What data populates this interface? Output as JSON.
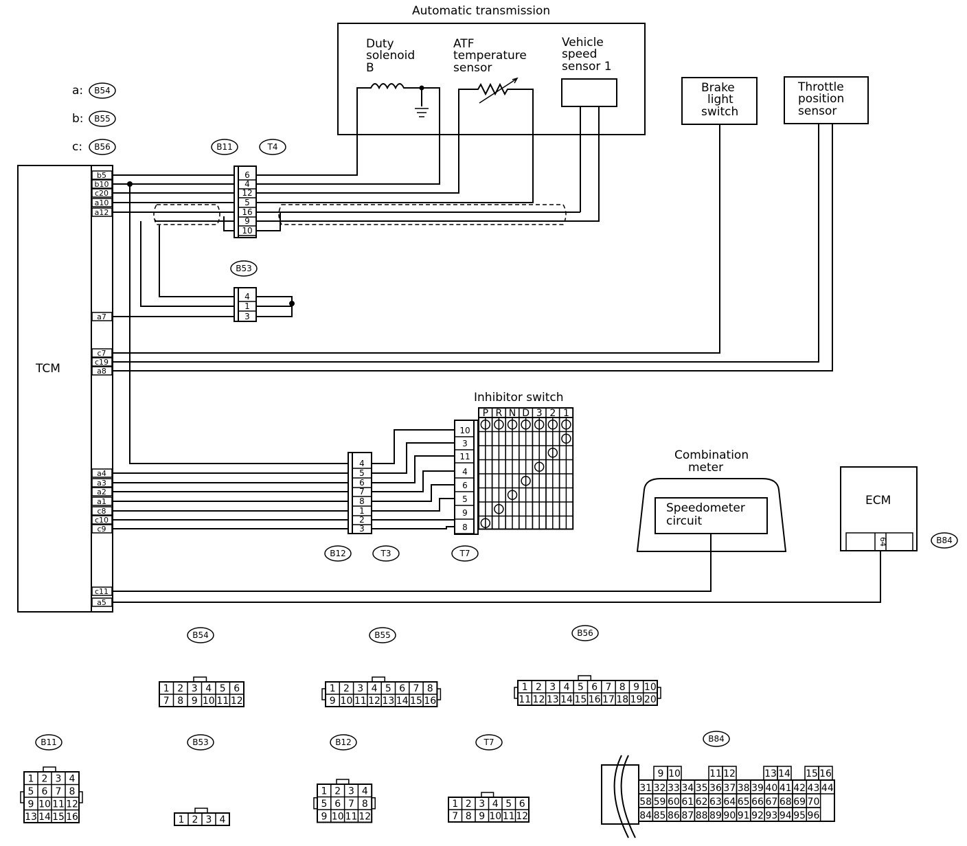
{
  "titles": {
    "automatic_transmission": "Automatic transmission",
    "inhibitor_switch": "Inhibitor switch",
    "combination_meter": [
      "Combination",
      "meter"
    ],
    "tcm": "TCM",
    "ecm": "ECM"
  },
  "components": {
    "duty_solenoid": [
      "Duty",
      "solenoid",
      "B"
    ],
    "atf_sensor": [
      "ATF",
      "temperature",
      "sensor"
    ],
    "vss": [
      "Vehicle",
      "speed",
      "sensor 1"
    ],
    "brake": [
      "Brake",
      "light",
      "switch"
    ],
    "throttle": [
      "Throttle",
      "position",
      "sensor"
    ],
    "speedometer": [
      "Speedometer",
      "circuit"
    ]
  },
  "legend": [
    {
      "letter": "a:",
      "code": "B54"
    },
    {
      "letter": "b:",
      "code": "B55"
    },
    {
      "letter": "c:",
      "code": "B56"
    }
  ],
  "connector_codes": {
    "b11": "B11",
    "t4": "T4",
    "b53": "B53",
    "b12": "B12",
    "t3": "T3",
    "t7": "T7",
    "b84": "B84",
    "b54": "B54",
    "b55": "B55",
    "b56": "B56"
  },
  "tcm_pins": [
    "b5",
    "b10",
    "c20",
    "a10",
    "a12",
    "a7",
    "c7",
    "c19",
    "a8",
    "a4",
    "a3",
    "a2",
    "a1",
    "c8",
    "c10",
    "c9",
    "c11",
    "a5"
  ],
  "b11_pins": [
    "6",
    "4",
    "12",
    "5",
    "16",
    "9",
    "10"
  ],
  "b53_pins": [
    "4",
    "1",
    "3"
  ],
  "b12_pins": [
    "4",
    "5",
    "6",
    "7",
    "8",
    "1",
    "2",
    "3"
  ],
  "t7_pins": [
    "10",
    "3",
    "11",
    "4",
    "6",
    "5",
    "9",
    "8"
  ],
  "inhibitor_positions": [
    "P",
    "R",
    "N",
    "D",
    "3",
    "2",
    "1"
  ],
  "ecm_pin": "64",
  "views": {
    "b54": [
      [
        "1",
        "2",
        "3",
        "4",
        "5",
        "6"
      ],
      [
        "7",
        "8",
        "9",
        "10",
        "11",
        "12"
      ]
    ],
    "b55": [
      [
        "1",
        "2",
        "3",
        "4",
        "5",
        "6",
        "7",
        "8"
      ],
      [
        "9",
        "10",
        "11",
        "12",
        "13",
        "14",
        "15",
        "16"
      ]
    ],
    "b56": [
      [
        "1",
        "2",
        "3",
        "4",
        "5",
        "6",
        "7",
        "8",
        "9",
        "10"
      ],
      [
        "11",
        "12",
        "13",
        "14",
        "15",
        "16",
        "17",
        "18",
        "19",
        "20"
      ]
    ],
    "b11": [
      [
        "1",
        "2",
        "3",
        "4"
      ],
      [
        "5",
        "6",
        "7",
        "8"
      ],
      [
        "9",
        "10",
        "11",
        "12"
      ],
      [
        "13",
        "14",
        "15",
        "16"
      ]
    ],
    "b53": [
      [
        "1",
        "2",
        "3",
        "4"
      ]
    ],
    "b12": [
      [
        "1",
        "2",
        "3",
        "4"
      ],
      [
        "5",
        "6",
        "7",
        "8"
      ],
      [
        "9",
        "10",
        "11",
        "12"
      ]
    ],
    "t7": [
      [
        "1",
        "2",
        "3",
        "4",
        "5",
        "6"
      ],
      [
        "7",
        "8",
        "9",
        "10",
        "11",
        "12"
      ]
    ],
    "b84_row1": [
      "9",
      "10",
      "",
      "11",
      "12",
      "",
      "13",
      "14",
      "",
      "15",
      "16"
    ],
    "b84_row2": [
      "31",
      "32",
      "33",
      "34",
      "35",
      "36",
      "37",
      "38",
      "39",
      "40",
      "41",
      "42",
      "43",
      "44"
    ],
    "b84_row3": [
      "58",
      "59",
      "60",
      "61",
      "62",
      "63",
      "64",
      "65",
      "66",
      "67",
      "68",
      "69",
      "70"
    ],
    "b84_row4": [
      "84",
      "85",
      "86",
      "87",
      "88",
      "89",
      "90",
      "91",
      "92",
      "93",
      "94",
      "95",
      "96"
    ]
  }
}
